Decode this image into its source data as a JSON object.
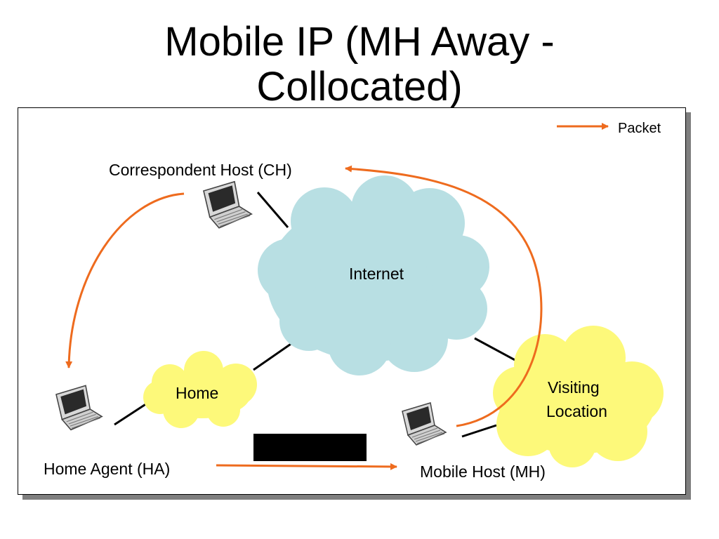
{
  "title": {
    "line1": "Mobile IP (MH Away -",
    "line2": "Collocated)"
  },
  "legend": {
    "label": "Packet"
  },
  "nodes": {
    "ch": "Correspondent Host (CH)",
    "ha": "Home Agent (HA)",
    "mh": "Mobile Host (MH)"
  },
  "clouds": {
    "internet": "Internet",
    "home": "Home",
    "visiting_line1": "Visiting",
    "visiting_line2": "Location"
  },
  "colors": {
    "arrow": "#ee6b1e",
    "internet_cloud": "#b8dfe3",
    "yellow_cloud": "#fdf97a"
  }
}
